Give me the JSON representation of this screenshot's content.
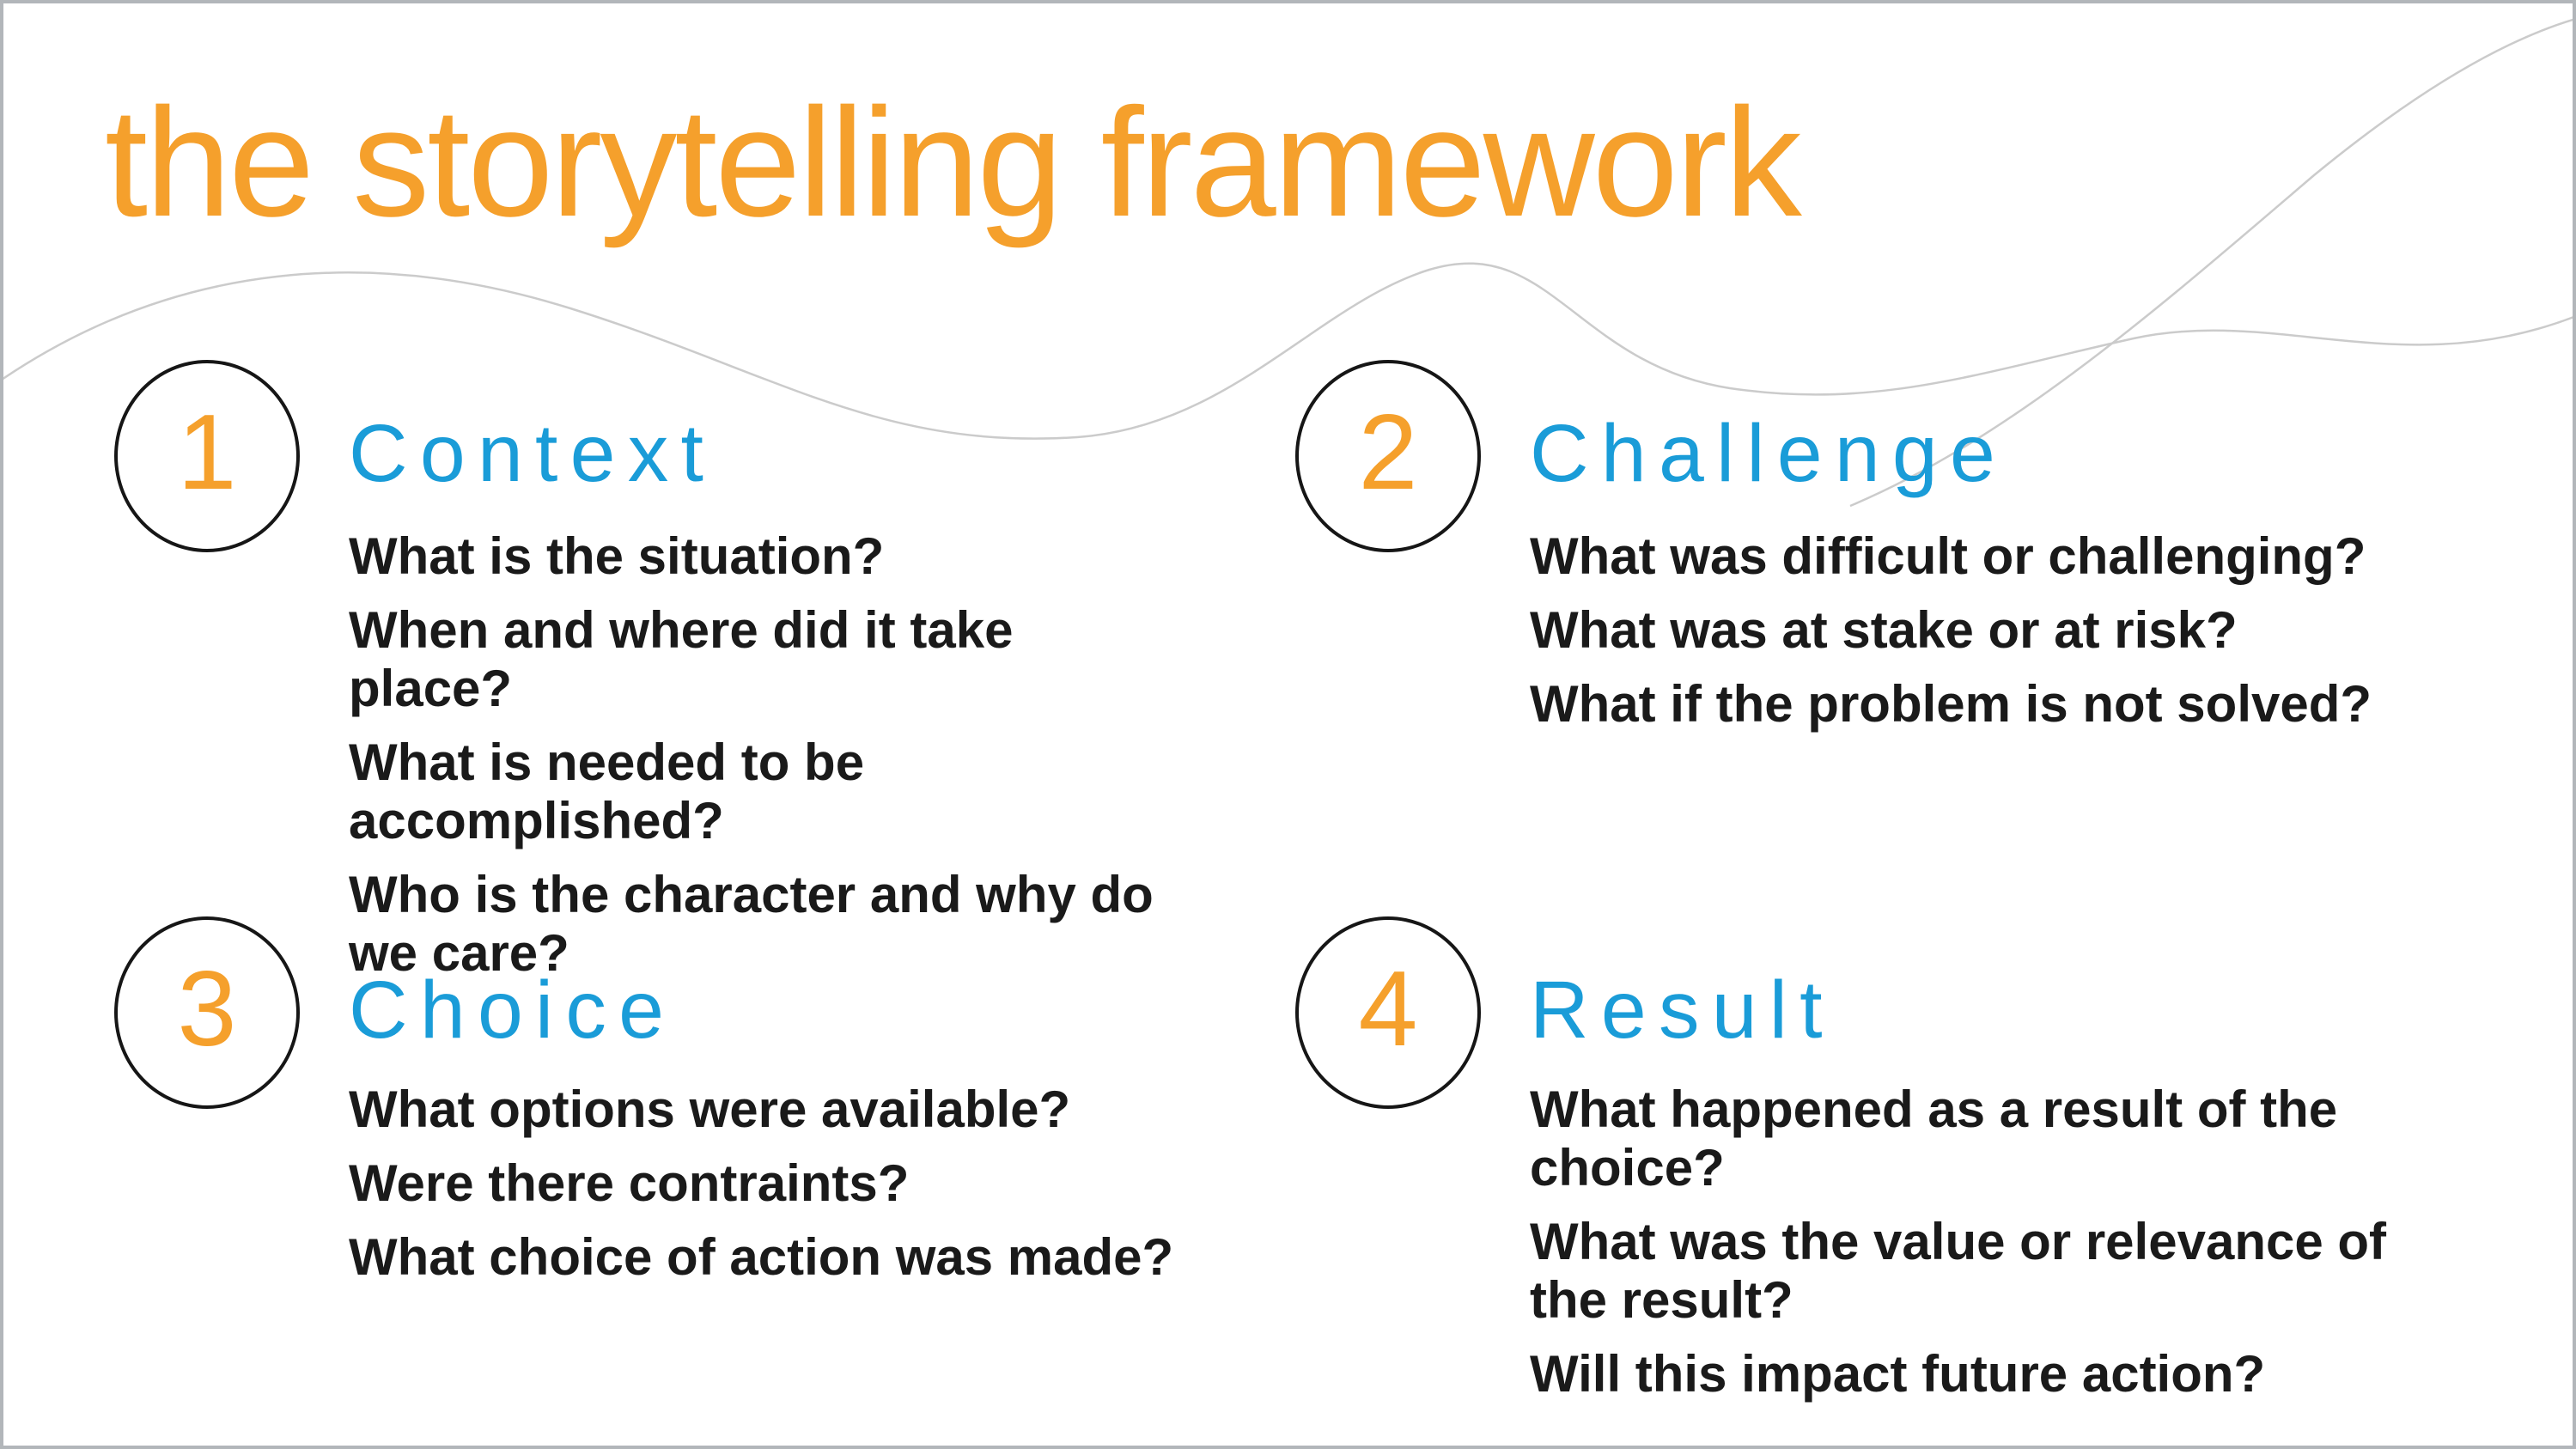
{
  "title": "the storytelling framework",
  "colors": {
    "orange": "#F5A02C",
    "blue": "#1A9CD8",
    "body_text": "#1A1A1A",
    "curve_gray": "#CBCBCB",
    "circle_outline": "#161616",
    "slide_border": "#B2B6BA"
  },
  "sections": [
    {
      "number": "1",
      "heading": "Context",
      "questions": [
        "What is the situation?",
        "When and where did it take place?",
        "What is needed to be accomplished?",
        "Who is the character and why do\nwe care?"
      ]
    },
    {
      "number": "2",
      "heading": "Challenge",
      "questions": [
        "What was difficult or challenging?",
        "What was at stake or at risk?",
        "What if the problem is not solved?"
      ]
    },
    {
      "number": "3",
      "heading": "Choice",
      "questions": [
        "What options were available?",
        "Were there contraints?",
        "What choice of action was made?"
      ]
    },
    {
      "number": "4",
      "heading": "Result",
      "questions": [
        "What happened as a result of the choice?",
        "What was the value or relevance of\nthe result?",
        "Will this impact future action?"
      ]
    }
  ]
}
